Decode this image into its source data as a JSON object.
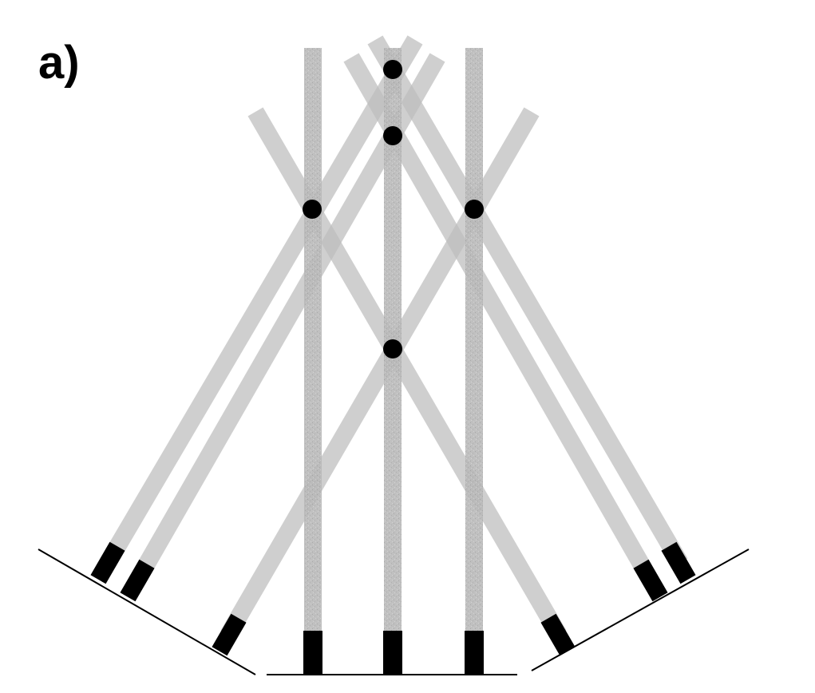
{
  "panel_label": "a)",
  "colors": {
    "beam": "#bdbdbd",
    "vertical_beam": "#b3b3b3",
    "detector": "#000000",
    "intersection_point": "#000000",
    "sensor_plane": "#000000",
    "background": "#ffffff"
  },
  "beam_groups": [
    {
      "name": "left-array",
      "detector_count": 3,
      "orientation": "tilted-up-right"
    },
    {
      "name": "bottom-array",
      "detector_count": 3,
      "orientation": "vertical"
    },
    {
      "name": "right-array",
      "detector_count": 3,
      "orientation": "tilted-up-left"
    }
  ],
  "intersection_point_count": 5
}
